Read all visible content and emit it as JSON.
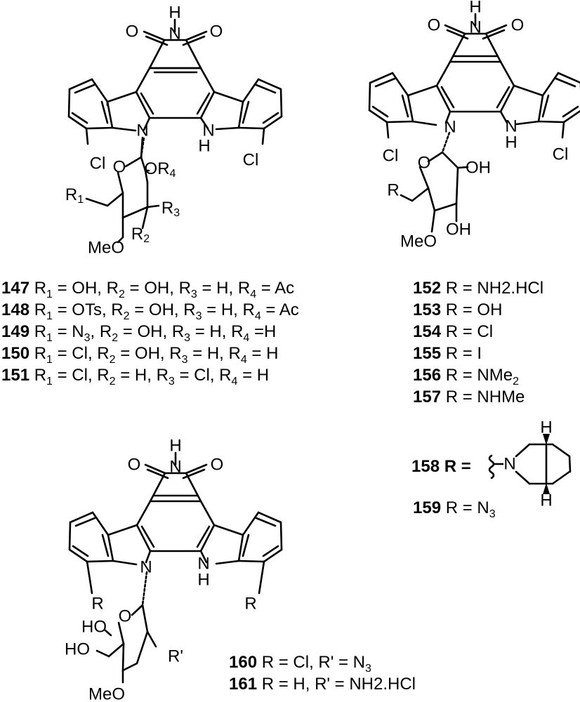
{
  "structures": {
    "A": {
      "label_imide_H": "H",
      "label_O1": "O",
      "label_N_imide": "N",
      "label_O2": "O",
      "label_N_indole": "N",
      "label_NH_N": "N",
      "label_NH_H": "H",
      "label_Cl_left": "Cl",
      "label_Cl_right": "Cl",
      "label_O_ring": "O",
      "label_OR4": "OR",
      "label_OR4_sub": "4",
      "label_R1": "R",
      "label_R1_sub": "1",
      "label_R3": "R",
      "label_R3_sub": "3",
      "label_R2": "R",
      "label_R2_sub": "2",
      "label_MeO": "MeO"
    },
    "B": {
      "label_imide_H": "H",
      "label_O1": "O",
      "label_N_imide": "N",
      "label_O2": "O",
      "label_N_indole": "N",
      "label_NH_N": "N",
      "label_NH_H": "H",
      "label_Cl_left": "Cl",
      "label_Cl_right": "Cl",
      "label_O_ring": "O",
      "label_OH1": "OH",
      "label_R": "R",
      "label_OH2": "OH",
      "label_MeO": "MeO"
    },
    "C": {
      "label_imide_H": "H",
      "label_O1": "O",
      "label_N_imide": "N",
      "label_O2": "O",
      "label_N_indole": "N",
      "label_NH_N": "N",
      "label_NH_H": "H",
      "label_R_left": "R",
      "label_R_right": "R",
      "label_O_ring": "O",
      "label_HO1": "HO",
      "label_HO2": "HO",
      "label_Rp": "R'",
      "label_MeO": "MeO"
    },
    "E": {
      "label_N": "N",
      "label_H_top": "H",
      "label_H_bottom": "H"
    }
  },
  "compounds_A": [
    {
      "num": "147",
      "text": "R1 = OH, R2 = OH, R3 = H, R4 = Ac"
    },
    {
      "num": "148",
      "text": "R1 = OTs, R2 = OH, R3 = H, R4 = Ac"
    },
    {
      "num": "149",
      "text": "R1 = N3, R2 = OH, R3 = H, R4 =H"
    },
    {
      "num": "150",
      "text": "R1 = Cl, R2 = OH, R3 = H, R4 = H"
    },
    {
      "num": "151",
      "text": "R1 = Cl, R2 = H, R3 = Cl, R4 = H"
    }
  ],
  "compounds_B": [
    {
      "num": "152",
      "text": "R = NH2.HCl"
    },
    {
      "num": "153",
      "text": "R = OH"
    },
    {
      "num": "154",
      "text": "R = Cl"
    },
    {
      "num": "155",
      "text": "R = I"
    },
    {
      "num": "156",
      "text": "R = NMe2"
    },
    {
      "num": "157",
      "text": "R = NHMe"
    },
    {
      "num": "158",
      "text": "R ="
    },
    {
      "num": "159",
      "text": "R = N3"
    }
  ],
  "compounds_C": [
    {
      "num": "160",
      "text": "R = Cl, R' = N3"
    },
    {
      "num": "161",
      "text": "R = H, R' = NH2.HCl"
    }
  ]
}
